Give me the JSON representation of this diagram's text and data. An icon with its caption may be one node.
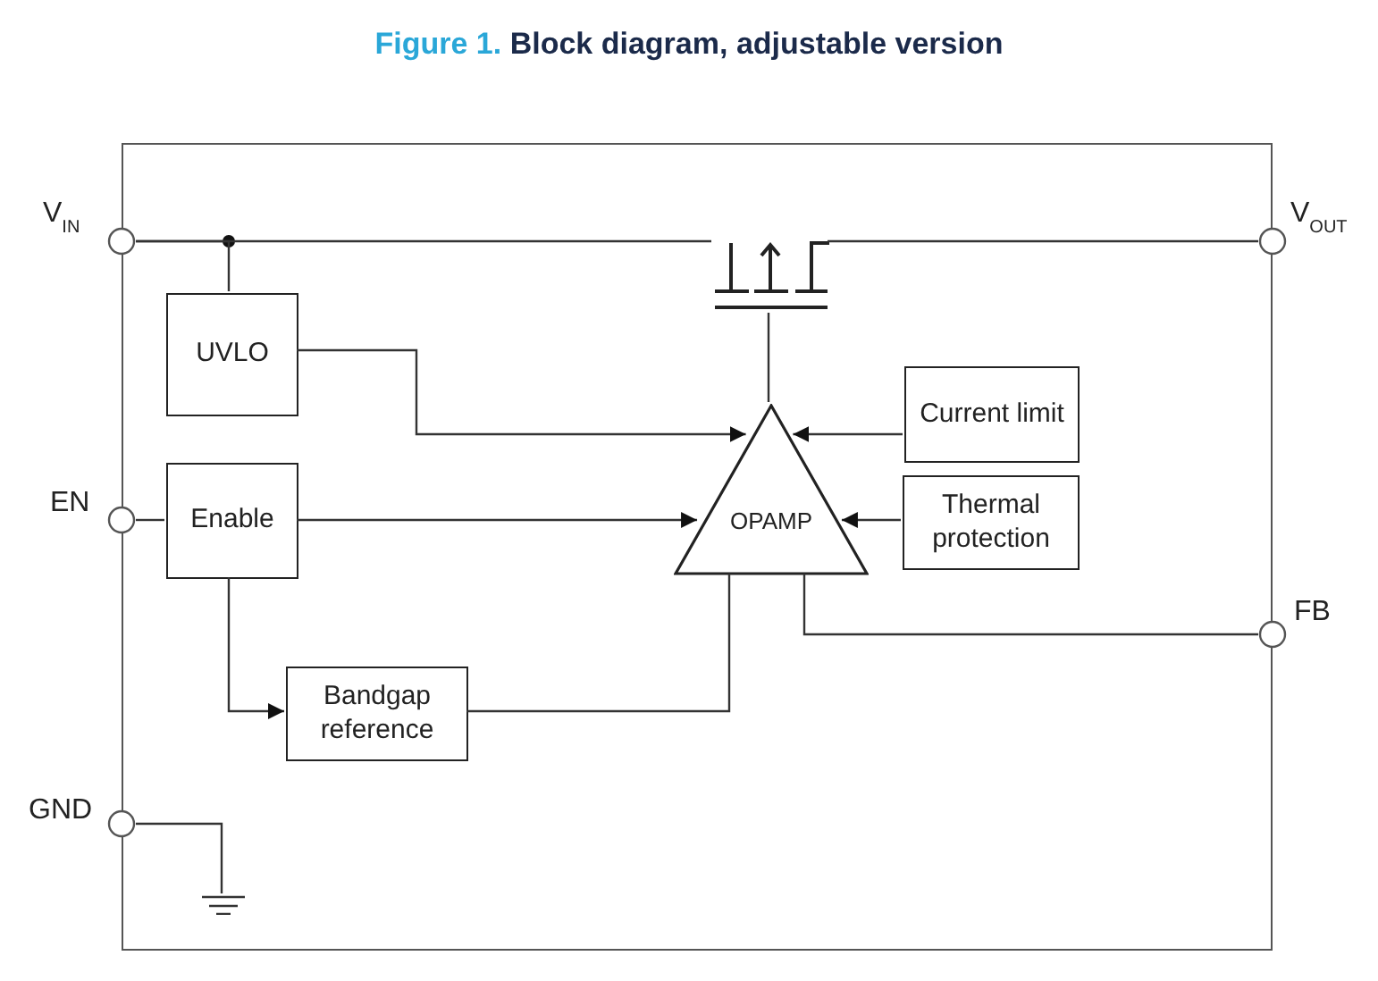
{
  "diagram": {
    "title": "Figure 1. Block diagram, adjustable version",
    "nodes": [
      {
        "text": [],
        "shape": "box"
      },
      {
        "text": [],
        "shape": "circle",
        "beside": [
          "V$_{IN}$"
        ]
      },
      {
        "text": [],
        "shape": "circle",
        "beside": [
          "EN"
        ]
      },
      {
        "text": [],
        "shape": "circle",
        "beside": [
          "GND"
        ]
      },
      {
        "text": [],
        "shape": "circle",
        "beside": [
          "V$_{OUT}$"
        ]
      },
      {
        "text": [],
        "shape": "circle",
        "beside": [
          "FB"
        ]
      },
      {
        "text": [
          "UVLO"
        ],
        "in": 0
      },
      {
        "text": [
          "Enable"
        ],
        "in": 0
      },
      {
        "text": [
          "Bandgap reference"
        ],
        "in": 0
      },
      {
        "text": [
          "OPAMP"
        ],
        "in": 0
      },
      {
        "text": [
          "Current limit"
        ],
        "in": 0
      },
      {
        "text": [
          "Thermal protection"
        ],
        "in": 0
      },
      {
        "text": [],
        "shape": "transistor",
        "in": 0
      },
      {
        "text": [],
        "shape": "ground",
        "in": 0
      }
    ],
    "edges": [
      {
        "from": 1,
        "to": 12,
        "arrow": "none"
      },
      {
        "from": 1,
        "to": 6,
        "arrow": "none"
      },
      {
        "from": 12,
        "to": 4,
        "arrow": "none"
      },
      {
        "from": 9,
        "to": 12,
        "arrow": "none"
      },
      {
        "from": 6,
        "to": 9,
        "arrow": "to"
      },
      {
        "from": 2,
        "to": 7,
        "arrow": "none"
      },
      {
        "from": 7,
        "to": 9,
        "arrow": "to"
      },
      {
        "from": 7,
        "to": 8,
        "arrow": "to"
      },
      {
        "from": 8,
        "to": 9,
        "arrow": "none"
      },
      {
        "from": 10,
        "to": 9,
        "arrow": "to"
      },
      {
        "from": 11,
        "to": 9,
        "arrow": "to"
      },
      {
        "from": 9,
        "to": 5,
        "arrow": "none"
      },
      {
        "from": 3,
        "to": 13,
        "arrow": "none"
      }
    ]
  }
}
